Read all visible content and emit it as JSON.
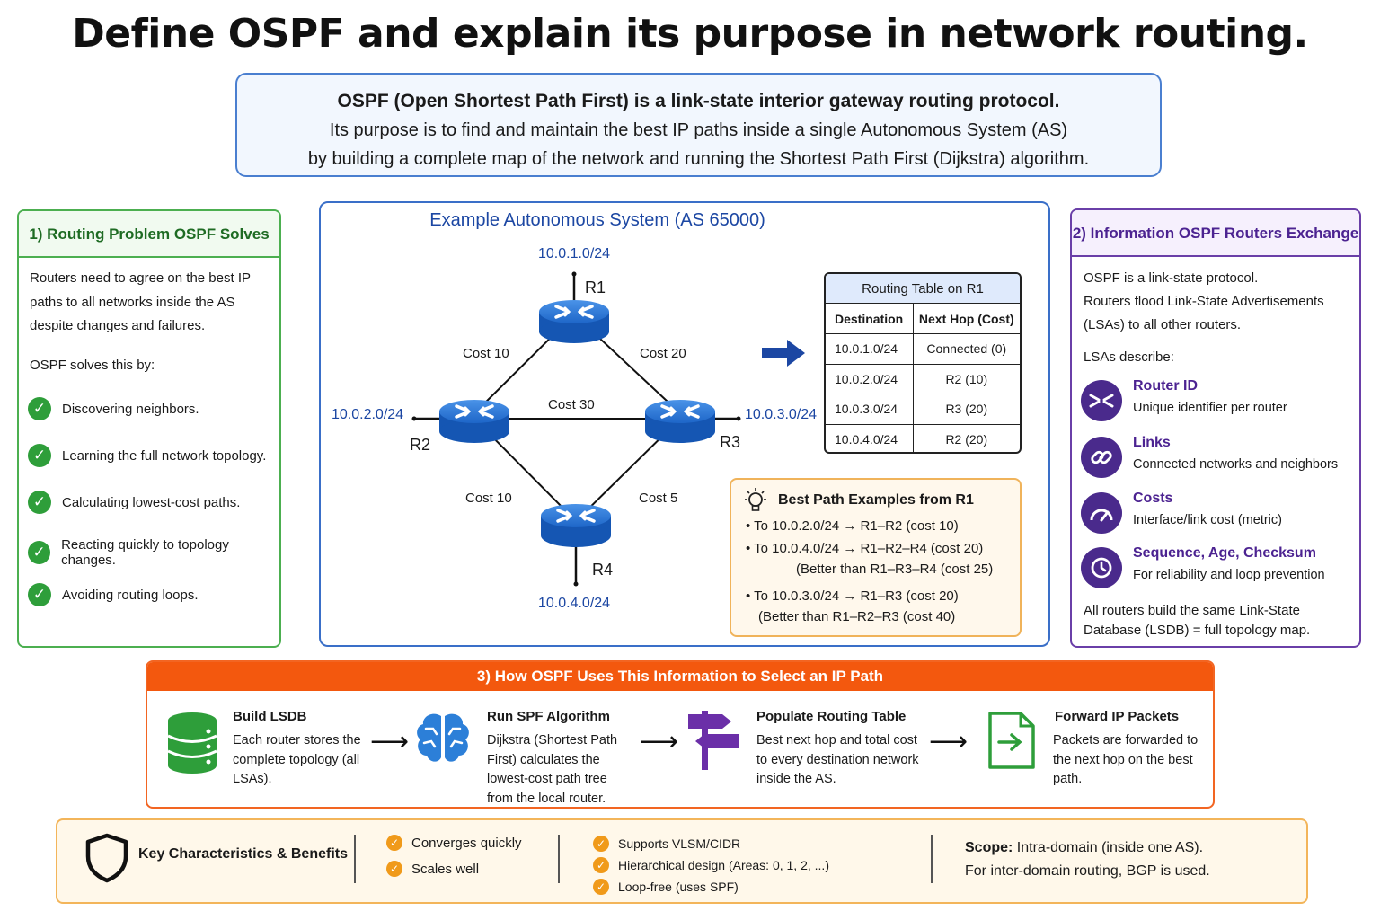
{
  "title": "Define OSPF and explain its purpose in network routing.",
  "definition": {
    "line1": "OSPF (Open Shortest Path First) is a link-state interior gateway routing protocol.",
    "line2": "Its purpose is to find and maintain the best IP paths inside a single Autonomous System (AS)",
    "line3": "by building a complete map of the network and running the Shortest Path First (Dijkstra) algorithm."
  },
  "left_panel": {
    "header": "1) Routing Problem OSPF Solves",
    "intro": "Routers need to agree on the best IP paths to all networks inside the AS despite changes and failures.",
    "solves_label": "OSPF solves this by:",
    "items": [
      "Discovering neighbors.",
      "Learning the full network topology.",
      "Calculating lowest-cost paths.",
      "Reacting quickly to topology changes.",
      "Avoiding routing loops."
    ]
  },
  "center_panel": {
    "title": "Example Autonomous System (AS 65000)",
    "routers": {
      "r1": "R1",
      "r2": "R2",
      "r3": "R3",
      "r4": "R4"
    },
    "networks": {
      "n1": "10.0.1.0/24",
      "n2": "10.0.2.0/24",
      "n3": "10.0.3.0/24",
      "n4": "10.0.4.0/24"
    },
    "links": {
      "r1_r2": "Cost 10",
      "r1_r3": "Cost 20",
      "r2_r3": "Cost 30",
      "r2_r4": "Cost 10",
      "r3_r4": "Cost 5"
    },
    "routing_table": {
      "title": "Routing Table on R1",
      "headers": [
        "Destination",
        "Next Hop (Cost)"
      ],
      "rows": [
        [
          "10.0.1.0/24",
          "Connected (0)"
        ],
        [
          "10.0.2.0/24",
          "R2 (10)"
        ],
        [
          "10.0.3.0/24",
          "R3 (20)"
        ],
        [
          "10.0.4.0/24",
          "R2 (20)"
        ]
      ]
    },
    "best_paths": {
      "title": "Best Path Examples from R1",
      "lines": [
        "• To 10.0.2.0/24 → R1–R2 (cost 10)",
        "• To 10.0.4.0/24 → R1–R2–R4 (cost 20)",
        "(Better than R1–R3–R4 (cost 25)",
        "• To 10.0.3.0/24 → R1–R3 (cost 20)",
        "(Better than R1–R2–R3 (cost 40)"
      ]
    }
  },
  "right_panel": {
    "header": "2) Information OSPF Routers Exchange",
    "text1": "OSPF is a link-state protocol.",
    "text2": "Routers flood Link-State Advertisements (LSAs) to all other routers.",
    "lsas_label": "LSAs describe:",
    "items": [
      {
        "name": "Router ID",
        "desc": "Unique identifier per router",
        "icon": "router-icon"
      },
      {
        "name": "Links",
        "desc": "Connected networks and neighbors",
        "icon": "link-icon"
      },
      {
        "name": "Costs",
        "desc": "Interface/link cost (metric)",
        "icon": "gauge-icon"
      },
      {
        "name": "Sequence, Age, Checksum",
        "desc": "For reliability and loop prevention",
        "icon": "clock-icon"
      }
    ],
    "footer": "All routers build the same Link-State Database (LSDB) = full topology map."
  },
  "section3": {
    "header": "3)  How OSPF Uses This Information to Select an IP Path",
    "steps": [
      {
        "title": "Build LSDB",
        "desc": "Each router stores the complete topology (all LSAs).",
        "icon": "database-icon"
      },
      {
        "title": "Run SPF Algorithm",
        "desc": "Dijkstra (Shortest Path First) calculates the lowest-cost path tree from the local router.",
        "icon": "brain-icon"
      },
      {
        "title": "Populate Routing Table",
        "desc": "Best next hop and total cost to every destination network inside the AS.",
        "icon": "signpost-icon"
      },
      {
        "title": "Forward IP Packets",
        "desc": "Packets are forwarded to the next hop on the best path.",
        "icon": "forward-icon"
      }
    ]
  },
  "bottom": {
    "label": "Key Characteristics & Benefits",
    "group1": [
      "Converges quickly",
      "Scales well"
    ],
    "group2": [
      "Supports VLSM/CIDR",
      "Hierarchical design (Areas: 0, 1, 2, ...)",
      "Loop-free (uses SPF)"
    ],
    "scope_label": "Scope:",
    "scope_text": "Intra-domain (inside one AS).",
    "scope_line2": "For inter-domain routing, BGP is used."
  },
  "colors": {
    "green": "#2e9e3a",
    "blue": "#1c47a3",
    "purple": "#4a2a8c",
    "orange": "#f3580e",
    "router_blue": "#1f6fd1"
  }
}
